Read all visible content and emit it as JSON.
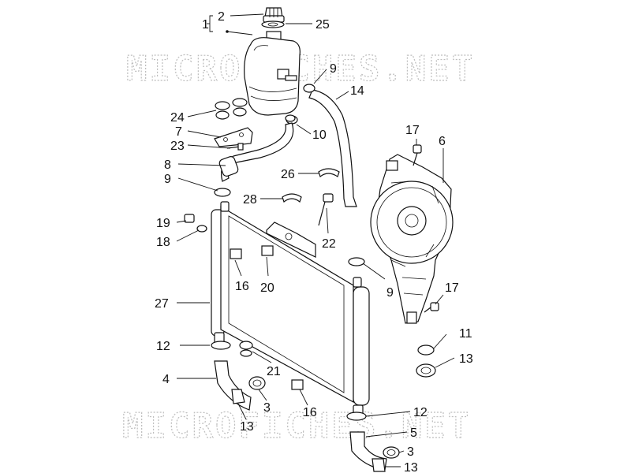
{
  "watermark": {
    "text": "MICROFICHES.NET"
  },
  "callouts": {
    "c1": "1",
    "c2": "2",
    "c25": "25",
    "c9a": "9",
    "c14": "14",
    "c24": "24",
    "c7": "7",
    "c23": "23",
    "c10": "10",
    "c8": "8",
    "c9b": "9",
    "c26": "26",
    "c28": "28",
    "c17a": "17",
    "c6": "6",
    "c19": "19",
    "c18": "18",
    "c22": "22",
    "c16a": "16",
    "c20": "20",
    "c9c": "9",
    "c27": "27",
    "c17b": "17",
    "c12a": "12",
    "c11": "11",
    "c13a": "13",
    "c21": "21",
    "c4": "4",
    "c3a": "3",
    "c16b": "16",
    "c13b": "13",
    "c12b": "12",
    "c5": "5",
    "c3b": "3",
    "c13c": "13"
  }
}
